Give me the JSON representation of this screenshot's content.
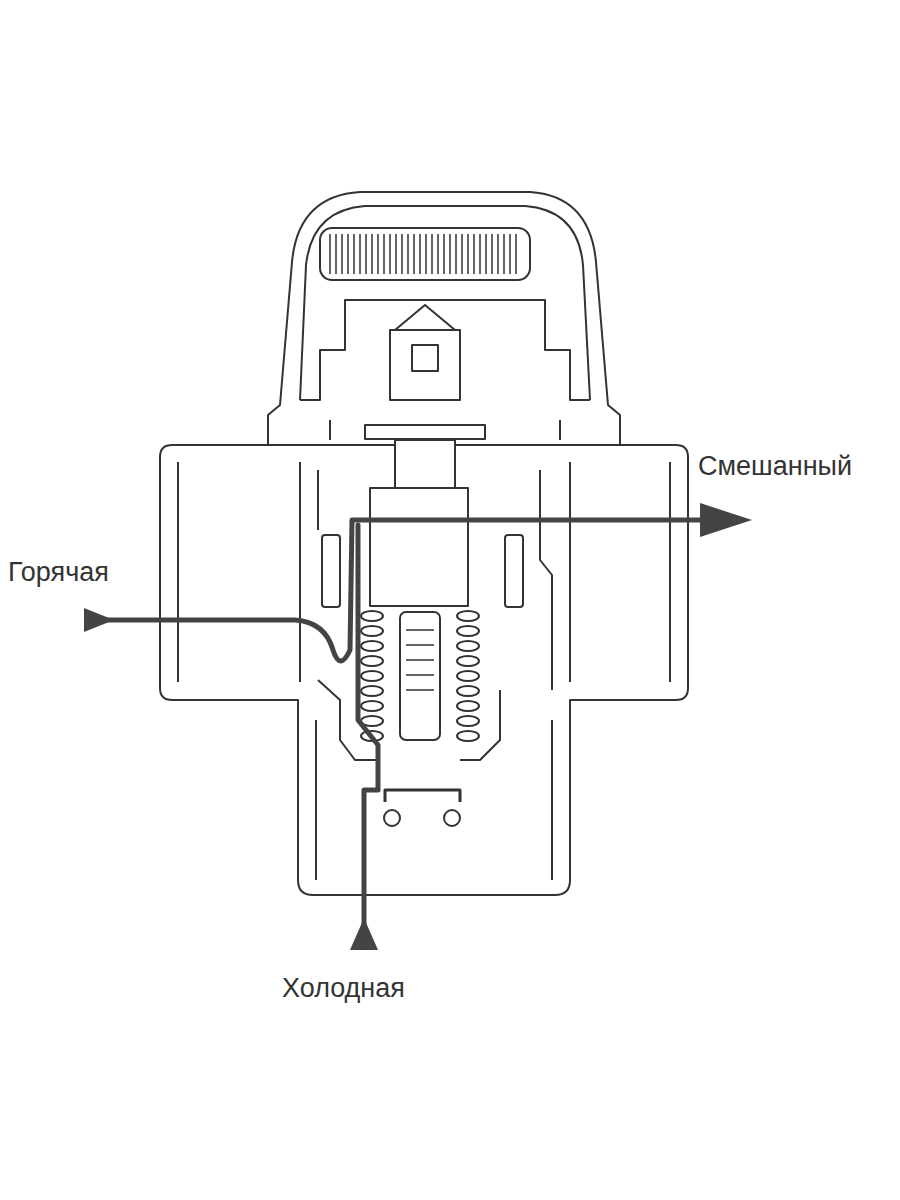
{
  "diagram": {
    "labels": [
      "Смешанный",
      "Горячая",
      "Холодная"
    ]
  }
}
